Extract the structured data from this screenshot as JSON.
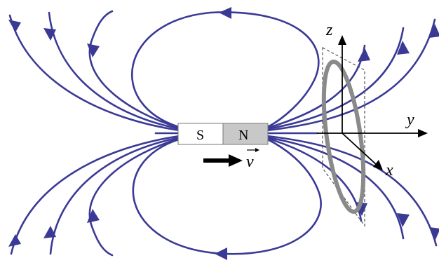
{
  "magnet": {
    "south_label": "S",
    "north_label": "N",
    "south_color": "#ffffff",
    "north_color": "#c8c8c8"
  },
  "velocity": {
    "label": "v"
  },
  "axes": {
    "x_label": "x",
    "y_label": "y",
    "z_label": "z"
  },
  "colors": {
    "field_lines": "#3a3a96",
    "loop": "#8a8a8a",
    "axes": "#000000"
  }
}
